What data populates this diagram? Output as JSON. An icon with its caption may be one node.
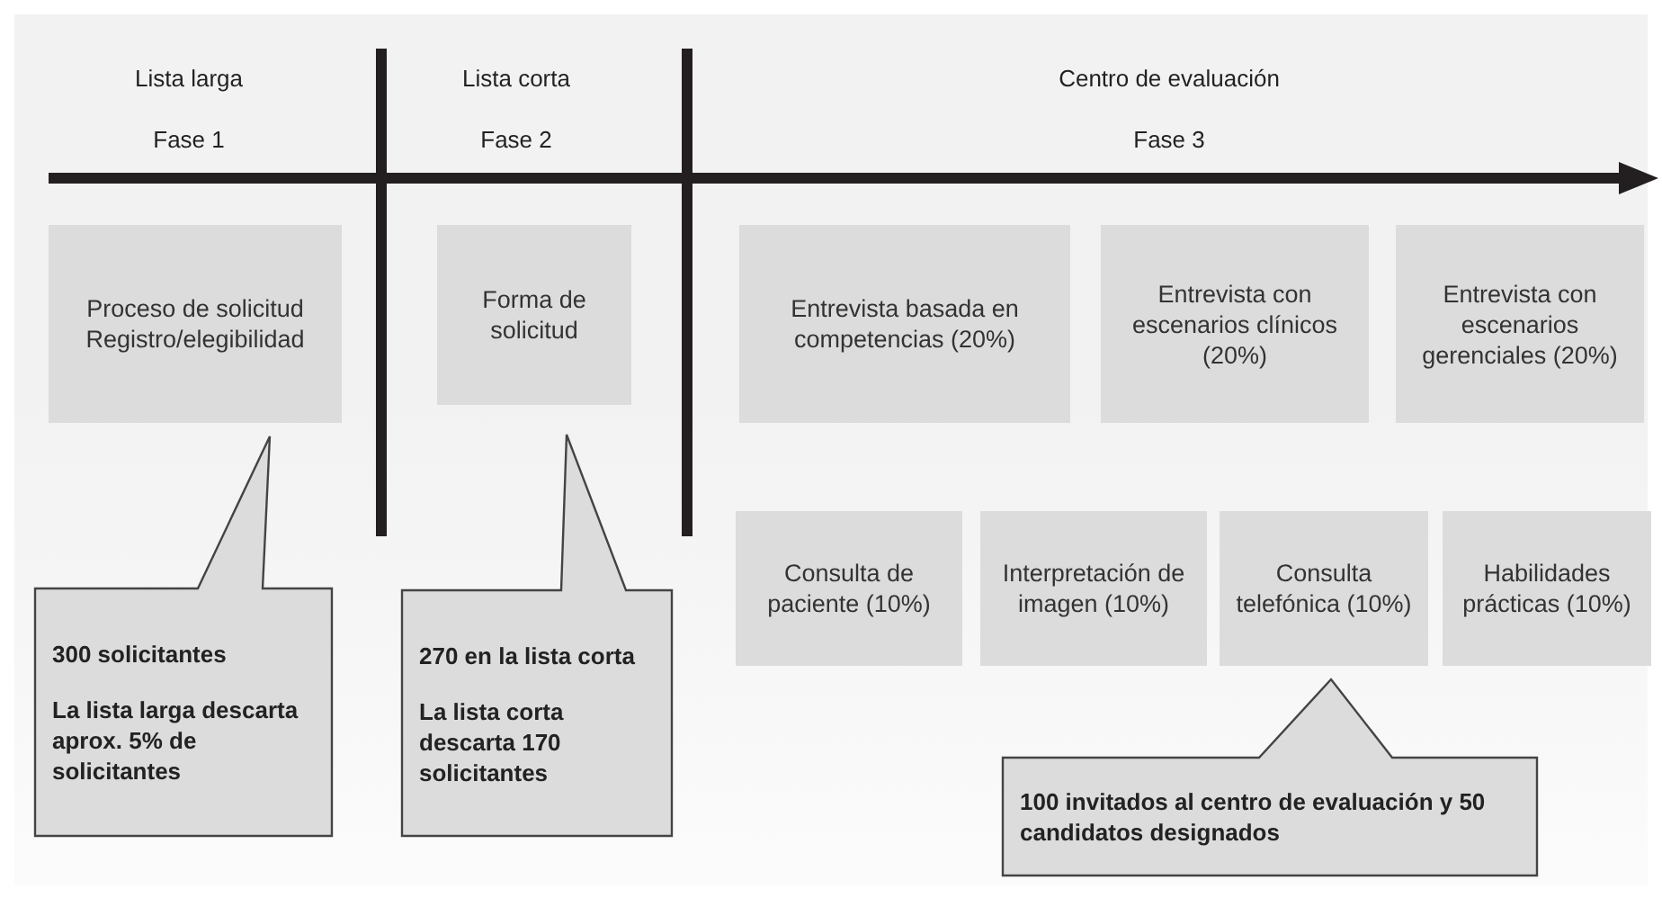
{
  "diagram": {
    "nodes": [
      {
        "text": [
          "Proceso de solicitud Registro/elegibilidad"
        ]
      },
      {
        "text": [
          "Forma de solicitud"
        ]
      },
      {
        "text": [
          "Entrevista basada en competencias (20%)"
        ]
      },
      {
        "text": [
          "Entrevista con escenarios clínicos (20%)"
        ]
      },
      {
        "text": [
          "Entrevista con escenarios gerenciales (20%)"
        ]
      },
      {
        "text": [
          "Consulta de paciente (10%)"
        ]
      },
      {
        "text": [
          "Interpretación de imagen (10%)"
        ]
      },
      {
        "text": [
          "Consulta telefónica (10%)"
        ]
      },
      {
        "text": [
          "Habilidades prácticas (10%)"
        ]
      },
      {
        "text": [
          "300 solicitantes",
          "La lista larga descarta aprox. 5% de solicitantes"
        ]
      },
      {
        "text": [
          "270 en la lista corta",
          "La lista corta descarta 170 solicitantes"
        ]
      },
      {
        "text": [
          "100 invitados al centro de evaluación y 50 candidatos designados"
        ]
      }
    ],
    "labels": [
      "Lista larga",
      "Fase 1",
      "Lista corta",
      "Fase 2",
      "Centro de evaluación",
      "Fase 3"
    ]
  }
}
